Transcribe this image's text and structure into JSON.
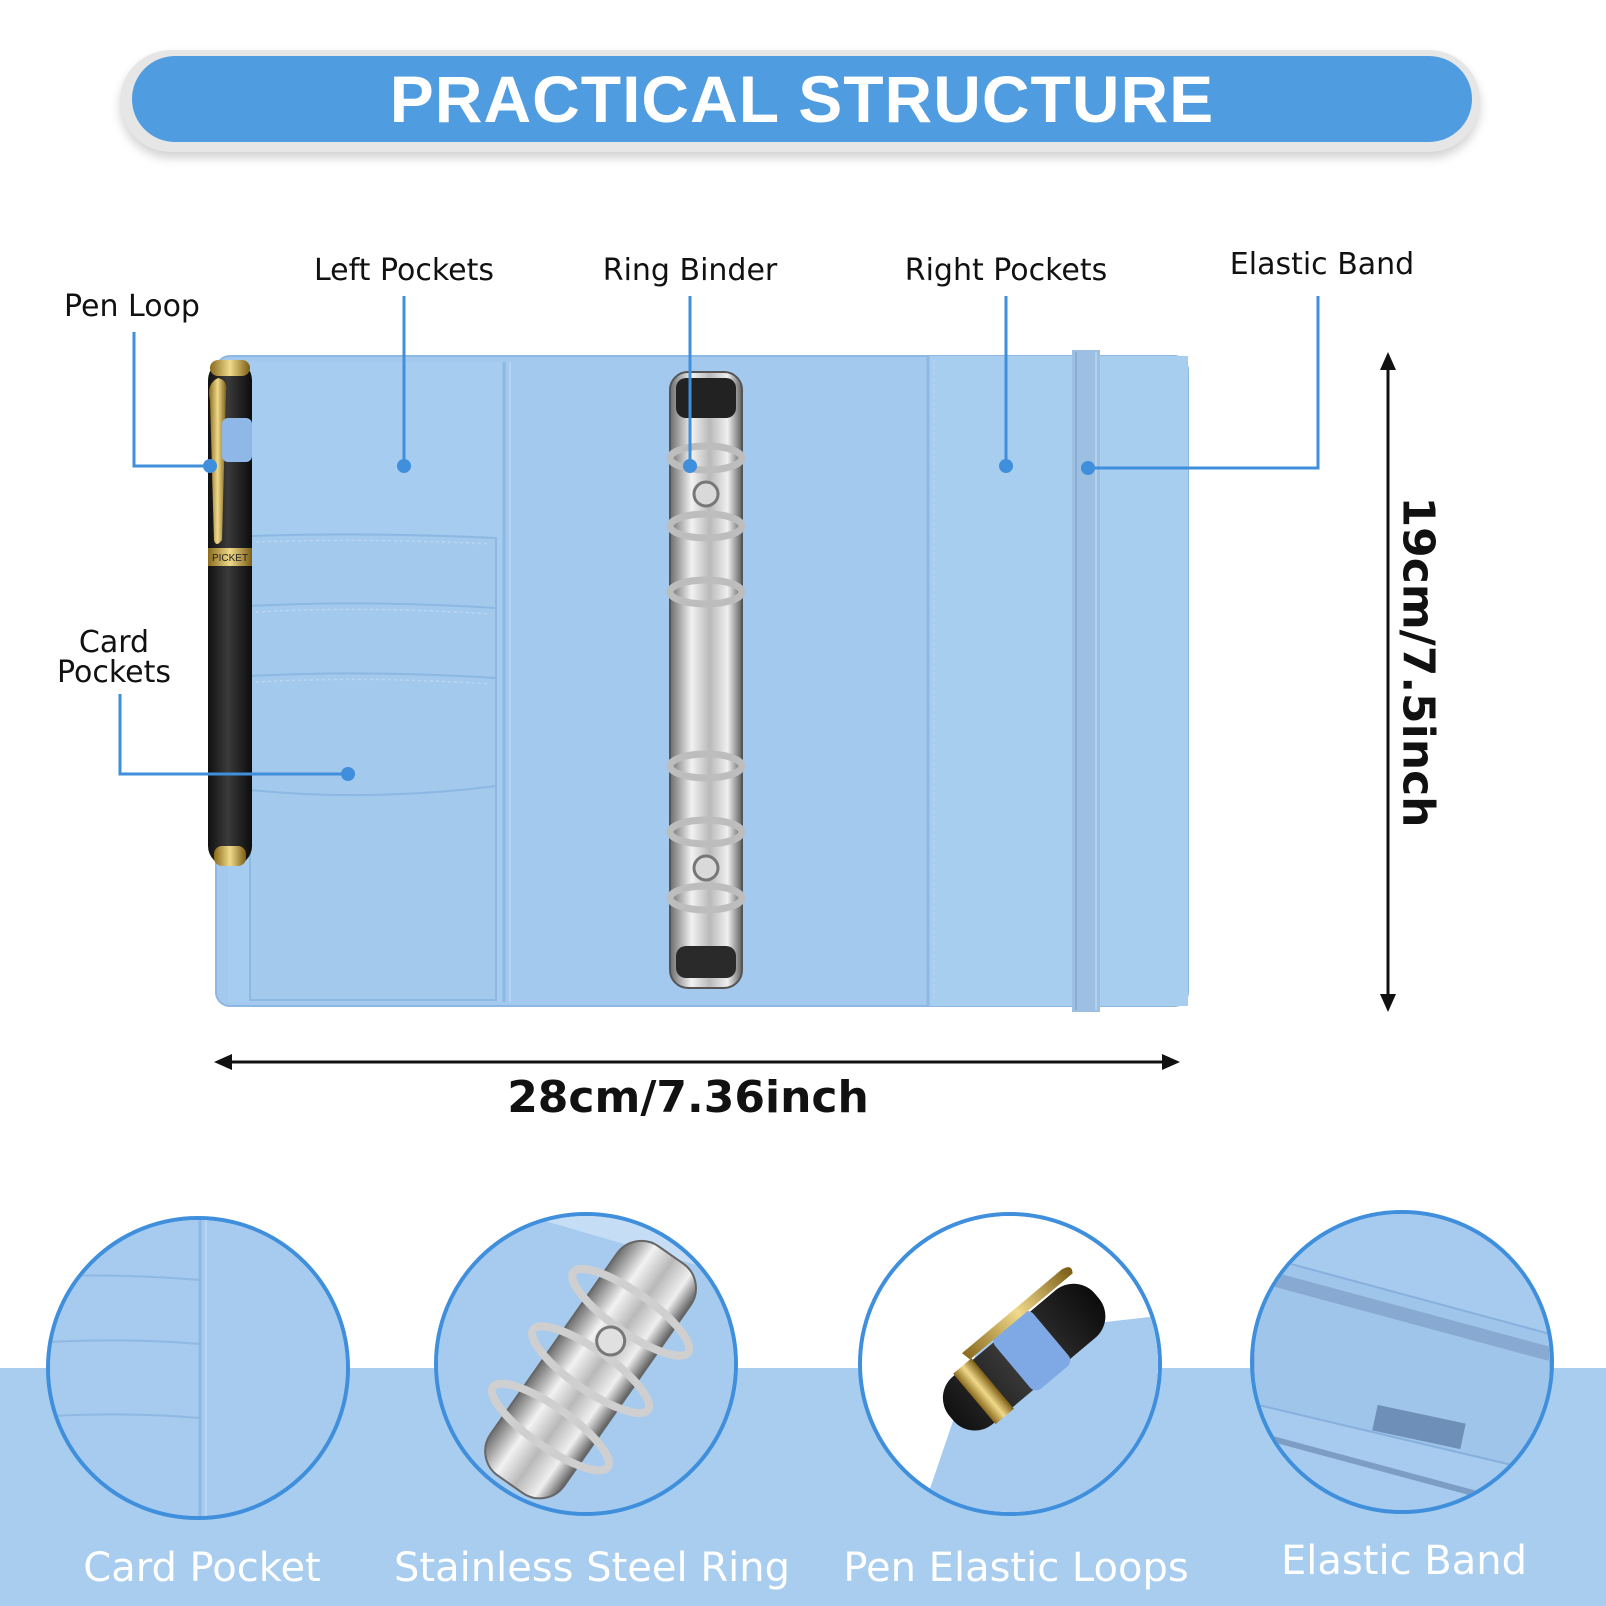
{
  "title": "PRACTICAL STRUCTURE",
  "callouts": {
    "pen_loop": "Pen Loop",
    "left_pockets": "Left Pockets",
    "ring_binder": "Ring Binder",
    "right_pockets": "Right Pockets",
    "elastic_band": "Elastic Band",
    "card_pockets_line1": "Card",
    "card_pockets_line2": "Pockets"
  },
  "dimensions": {
    "width": "28cm/7.36inch",
    "height": "19cm/7.5inch"
  },
  "features": [
    {
      "caption": "Card Pocket",
      "icon": "card-pocket-closeup"
    },
    {
      "caption": "Stainless Steel Ring",
      "icon": "steel-ring-closeup"
    },
    {
      "caption": "Pen Elastic Loops",
      "icon": "pen-loop-closeup"
    },
    {
      "caption": "Elastic Band",
      "icon": "elastic-band-closeup"
    }
  ],
  "pen_brand_text": "PICKET",
  "colors": {
    "banner": "#4f9ce0",
    "binder_cover": "#a3c9ee",
    "callout_line": "#3f8fdc",
    "bottom_band": "#a8cdee"
  }
}
